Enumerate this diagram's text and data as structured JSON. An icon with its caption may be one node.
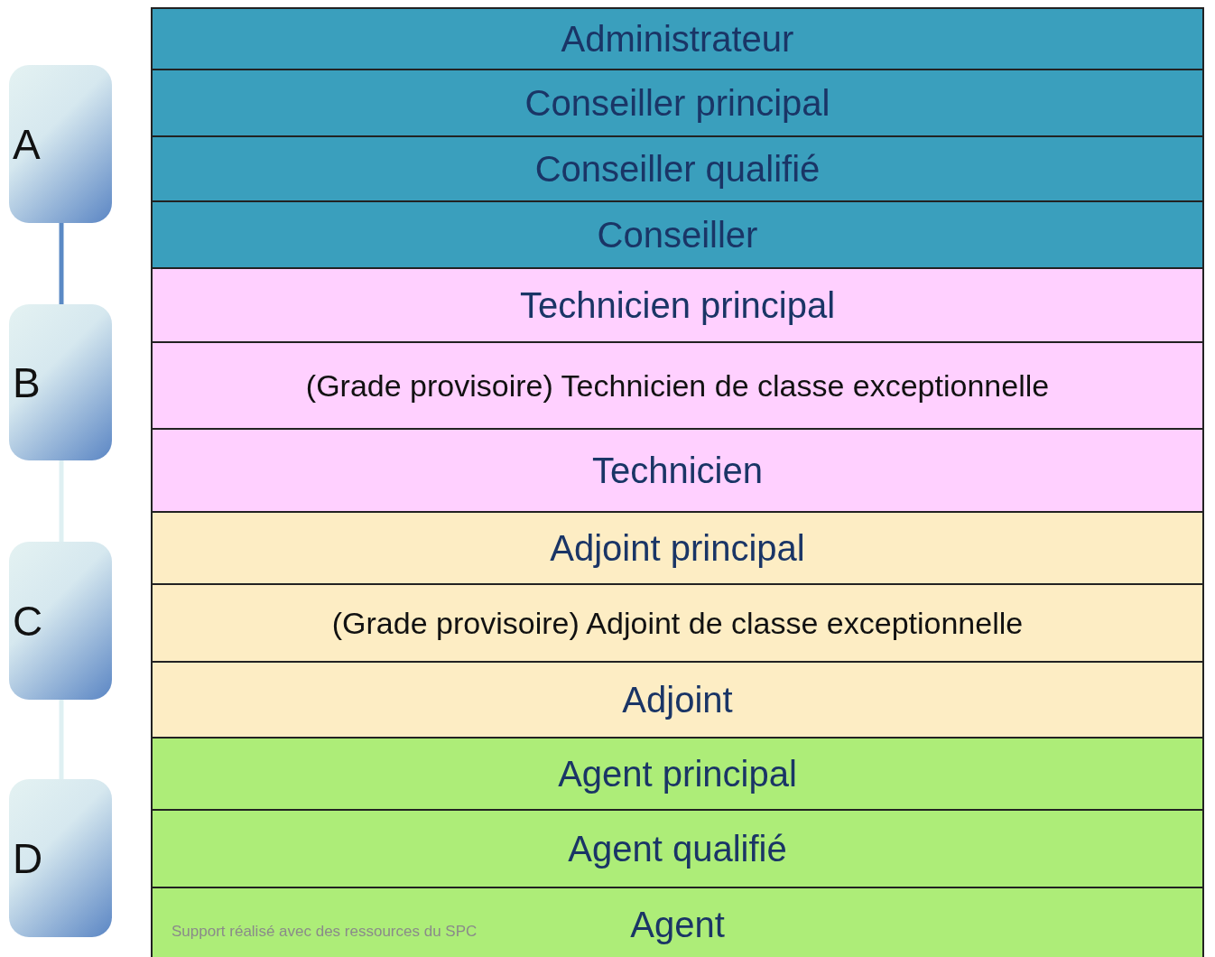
{
  "diagram": {
    "nodes": [
      {
        "text": [
          "A"
        ]
      },
      {
        "text": [
          "B"
        ]
      },
      {
        "text": [
          "C"
        ]
      },
      {
        "text": [
          "D"
        ]
      },
      {
        "text": [
          "Administrateur"
        ]
      },
      {
        "text": [
          "Conseiller principal"
        ]
      },
      {
        "text": [
          "Conseiller qualifié"
        ]
      },
      {
        "text": [
          "Conseiller"
        ]
      },
      {
        "text": [
          "Technicien principal"
        ]
      },
      {
        "text": [
          "(Grade provisoire) Technicien de classe exceptionnelle"
        ]
      },
      {
        "text": [
          "Technicien"
        ]
      },
      {
        "text": [
          "Adjoint principal"
        ]
      },
      {
        "text": [
          "(Grade provisoire) Adjoint de classe exceptionnelle"
        ]
      },
      {
        "text": [
          "Adjoint"
        ]
      },
      {
        "text": [
          "Agent principal"
        ]
      },
      {
        "text": [
          "Agent qualifié"
        ]
      },
      {
        "text": [
          "Agent"
        ]
      }
    ],
    "edges": [
      {
        "from": 0,
        "to": 1,
        "arrow": "none",
        "color": "#5b8ac5"
      },
      {
        "from": 1,
        "to": 2,
        "arrow": "none"
      },
      {
        "from": 2,
        "to": 3,
        "arrow": "none"
      }
    ],
    "labels": [
      "Support réalisé avec des ressources du SPC"
    ]
  }
}
